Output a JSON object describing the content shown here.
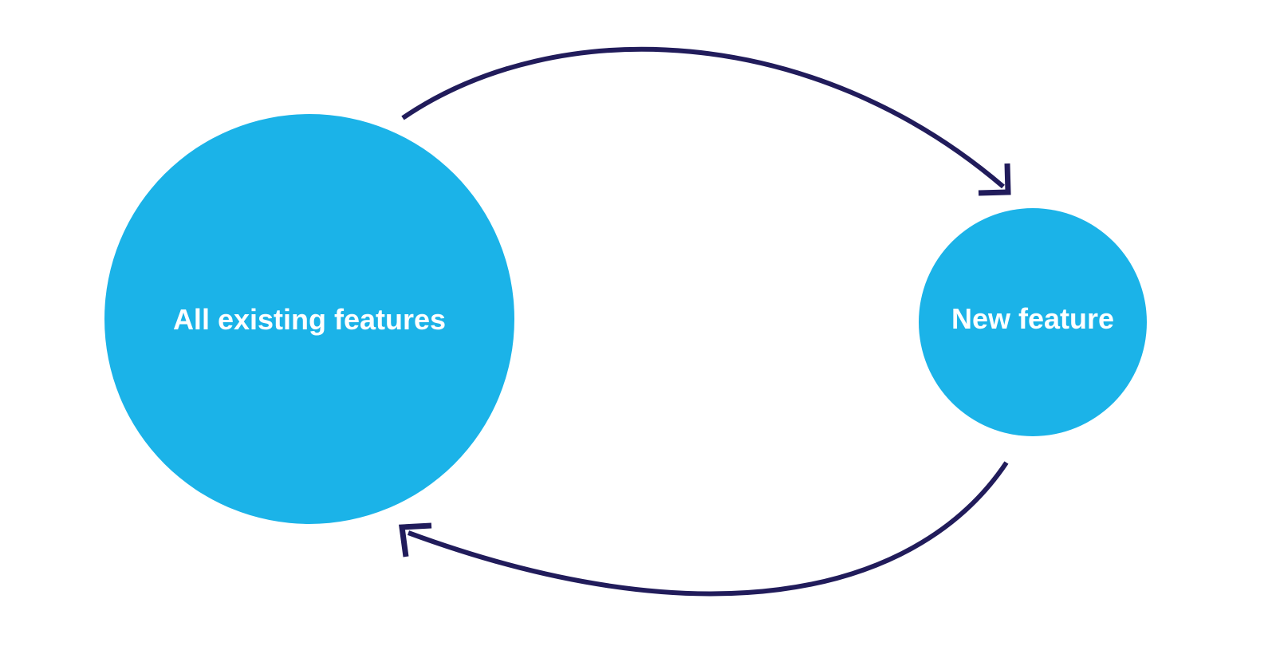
{
  "diagram": {
    "description": "Two-node cycle diagram showing a loop between all existing features and a new feature",
    "nodes": {
      "left": {
        "id": "all-existing-features",
        "label": "All existing features"
      },
      "right": {
        "id": "new-feature",
        "label": "New feature"
      }
    },
    "arrows": {
      "top": {
        "from": "all-existing-features",
        "to": "new-feature",
        "direction": "left-to-right"
      },
      "bottom": {
        "from": "new-feature",
        "to": "all-existing-features",
        "direction": "right-to-left"
      }
    }
  },
  "colors": {
    "background": "#FFFFFF",
    "node_fill": "#1BB3E8",
    "arrow": "#211C5B",
    "label_text": "#FFFFFF"
  }
}
